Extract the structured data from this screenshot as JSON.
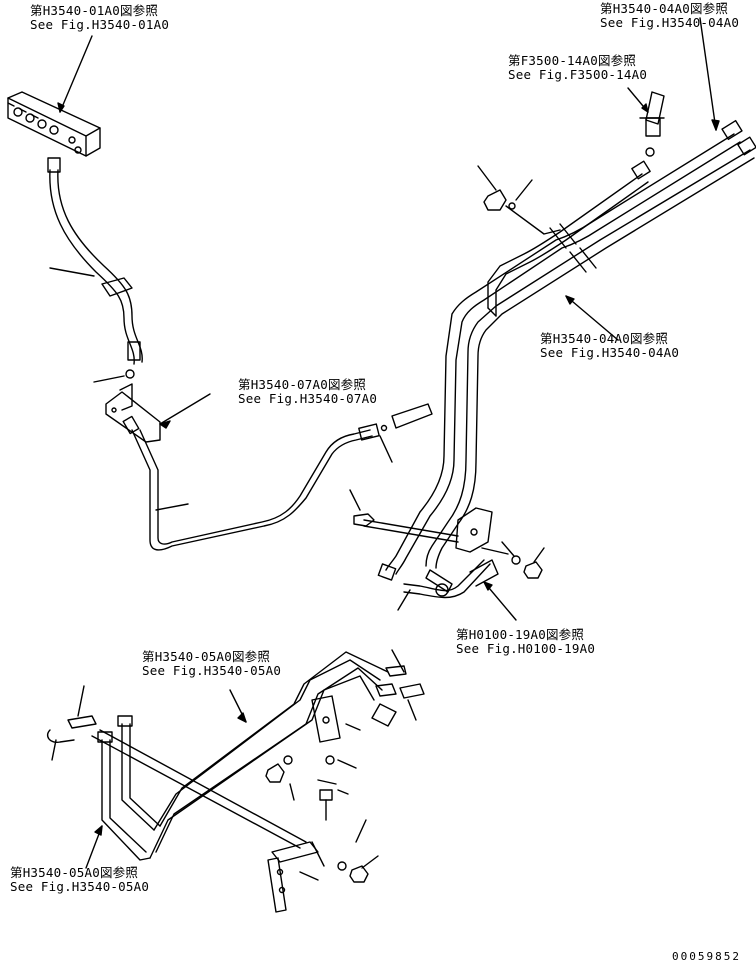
{
  "references": [
    {
      "id": "h3540-01a0",
      "jp": "第H3540-01A0図参照",
      "en": "See Fig.H3540-01A0"
    },
    {
      "id": "h3540-04a0-top",
      "jp": "第H3540-04A0図参照",
      "en": "See Fig.H3540-04A0"
    },
    {
      "id": "f3500-14a0",
      "jp": "第F3500-14A0図参照",
      "en": "See Fig.F3500-14A0"
    },
    {
      "id": "h3540-04a0-mid",
      "jp": "第H3540-04A0図参照",
      "en": "See Fig.H3540-04A0"
    },
    {
      "id": "h3540-07a0",
      "jp": "第H3540-07A0図参照",
      "en": "See Fig.H3540-07A0"
    },
    {
      "id": "h0100-19a0",
      "jp": "第H0100-19A0図参照",
      "en": "See Fig.H0100-19A0"
    },
    {
      "id": "h3540-05a0-upper",
      "jp": "第H3540-05A0図参照",
      "en": "See Fig.H3540-05A0"
    },
    {
      "id": "h3540-05a0-lower",
      "jp": "第H3540-05A0図参照",
      "en": "See Fig.H3540-05A0"
    }
  ],
  "drawing_code": "00059852",
  "colors": {
    "line": "#000000",
    "background": "#ffffff"
  }
}
